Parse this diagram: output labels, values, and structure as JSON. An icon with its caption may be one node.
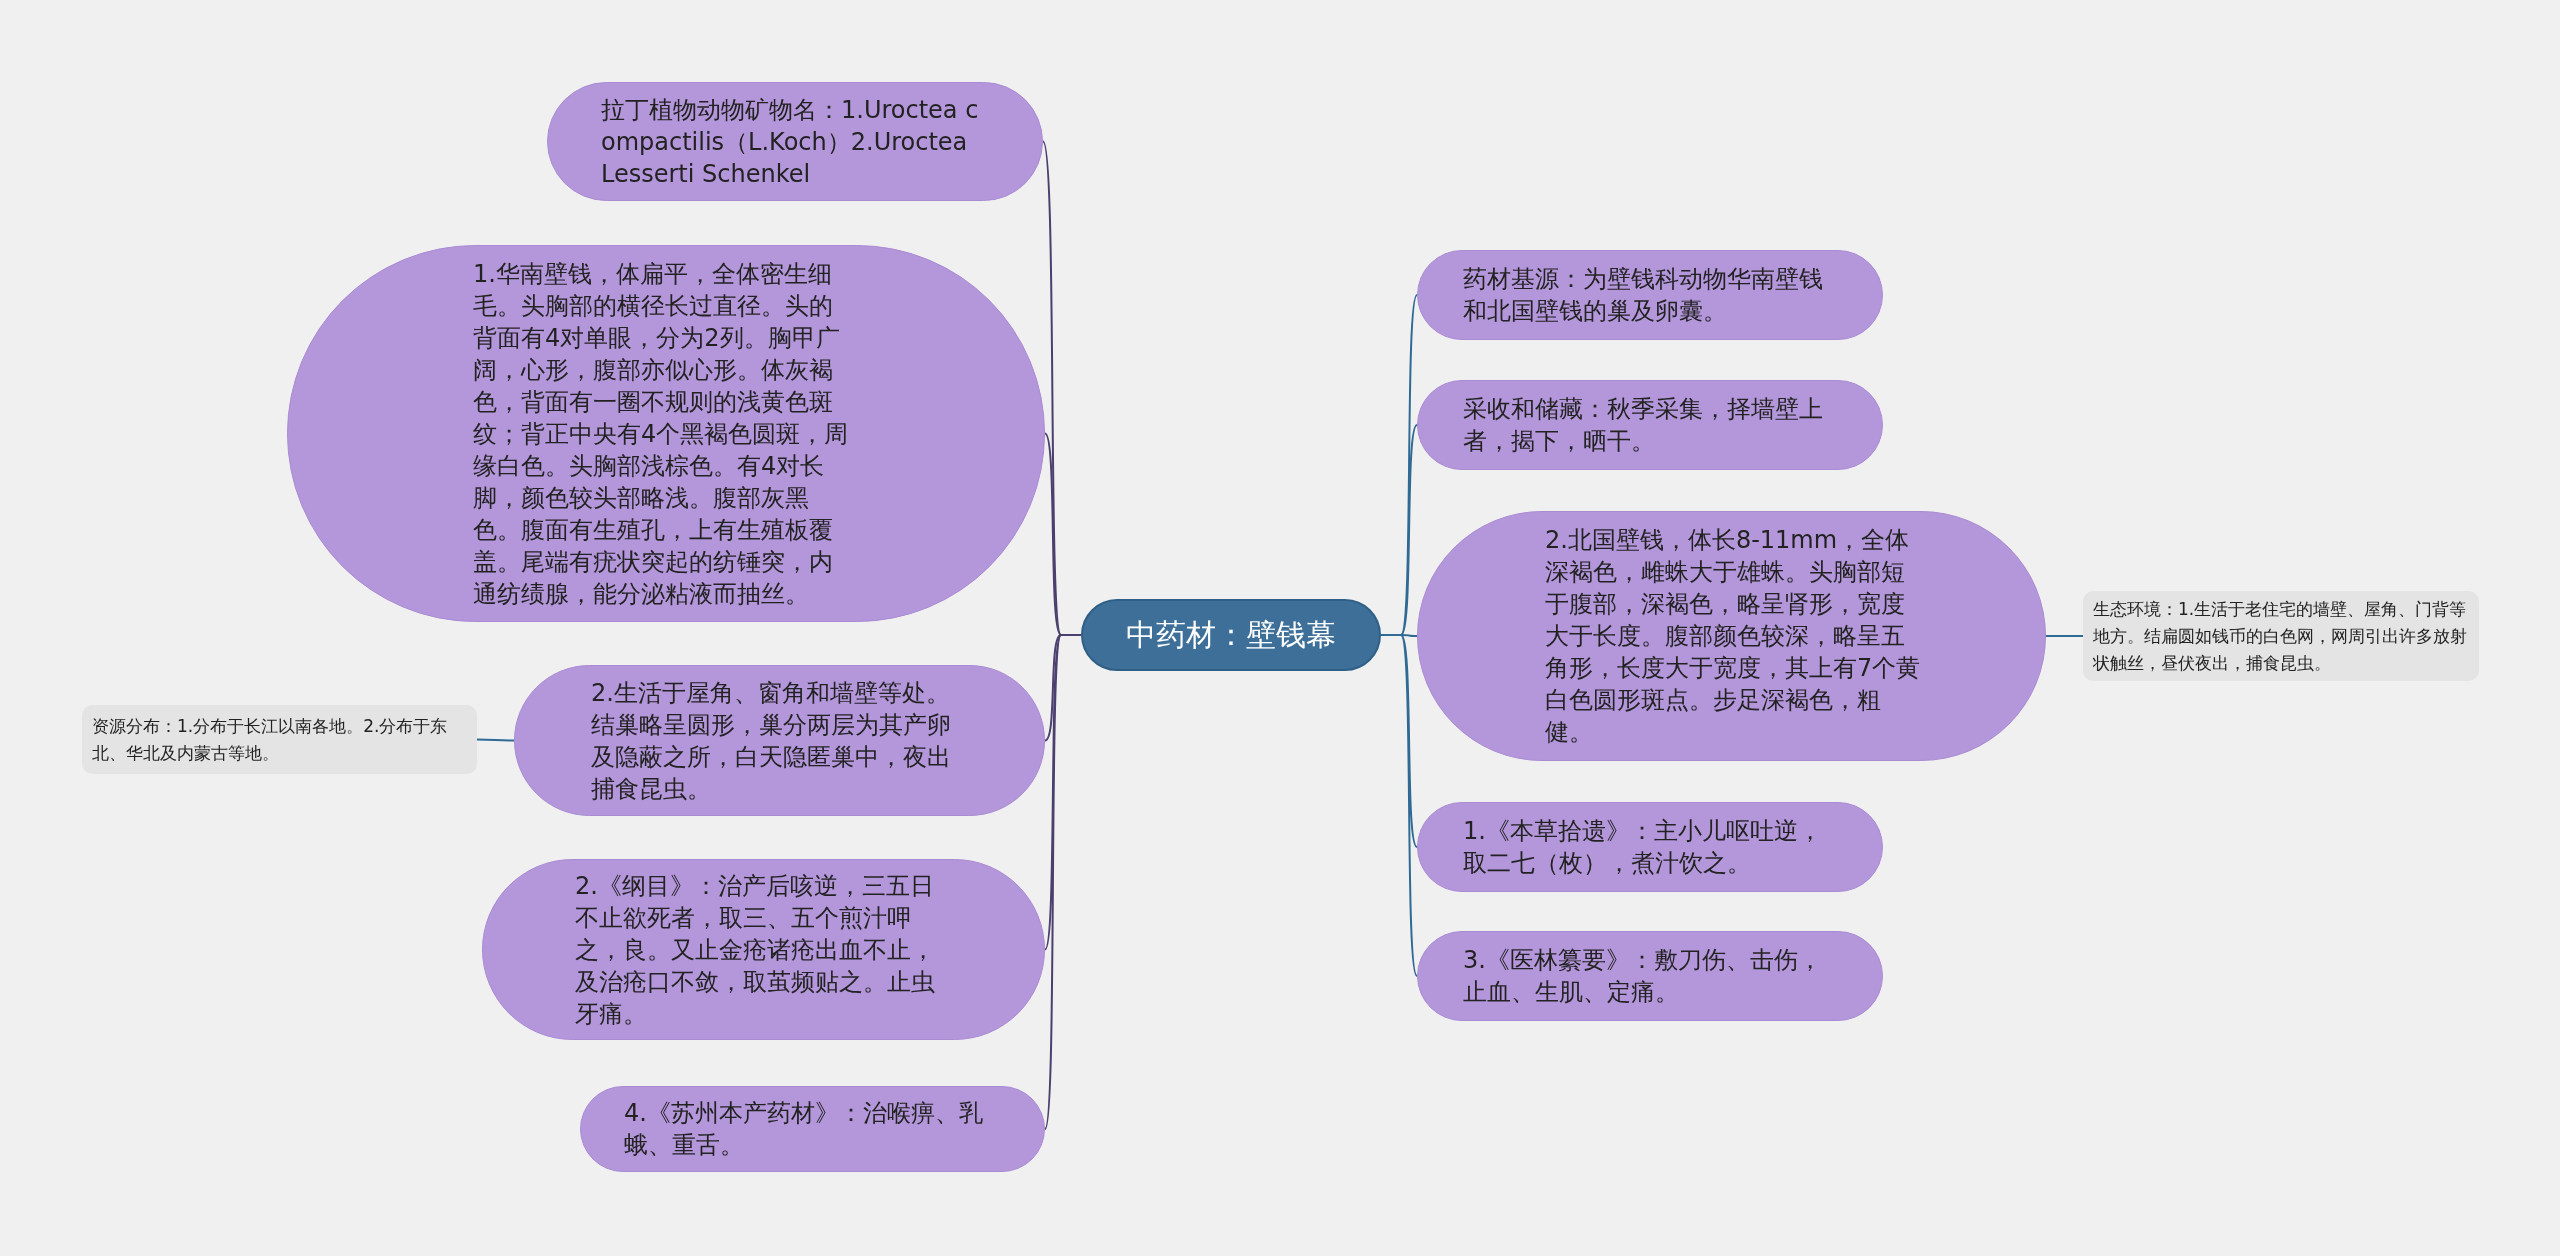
{
  "diagram": {
    "nodes": [
      {
        "text": [
          "中药材：壁钱幕"
        ]
      },
      {
        "text": [
          "拉丁植物动物矿物名：1.Uroctea compactilis（L.Koch）2.Uroctea Lesserti Schenkel"
        ]
      },
      {
        "text": [
          "1.华南壁钱，体扁平，全体密生细毛。头胸部的横径长过直径。头的背面有4对单眼，分为2列。胸甲广阔，心形，腹部亦似心形。体灰褐色，背面有一圈不规则的浅黄色斑纹；背正中央有4个黑褐色圆斑，周缘白色。头胸部浅棕色。有4对长脚，颜色较头部略浅。腹部灰黑色。腹面有生殖孔，上有生殖板覆盖。尾端有疣状突起的纺锤突，内通纺绩腺，能分泌粘液而抽丝。"
        ]
      },
      {
        "text": [
          "2.生活于屋角、窗角和墙壁等处。结巢略呈圆形，巢分两层为其产卵及隐蔽之所，白天隐匿巢中，夜出捕食昆虫。"
        ]
      },
      {
        "text": [
          "2.《纲目》：治产后咳逆，三五日不止欲死者，取三、五个煎汁呷之，良。又止金疮诸疮出血不止，及治疮口不敛，取茧频贴之。止虫牙痛。"
        ]
      },
      {
        "text": [
          "4.《苏州本产药材》：治喉痹、乳蛾、重舌。"
        ]
      },
      {
        "text": [
          "药材基源：为壁钱科动物华南壁钱和北国壁钱的巢及卵囊。"
        ]
      },
      {
        "text": [
          "采收和储藏：秋季采集，择墙壁上者，揭下，晒干。"
        ]
      },
      {
        "text": [
          "2.北国壁钱，体长8-11mm，全体深褐色，雌蛛大于雄蛛。头胸部短于腹部，深褐色，略呈肾形，宽度大于长度。腹部颜色较深，略呈五角形，长度大于宽度，其上有7个黄白色圆形斑点。步足深褐色，粗健。"
        ]
      },
      {
        "text": [
          "1.《本草拾遗》：主小儿呕吐逆，取二七（枚），煮汁饮之。"
        ]
      },
      {
        "text": [
          "3.《医林纂要》：敷刀伤、击伤，止血、生肌、定痛。"
        ]
      },
      {
        "text": [
          "生态环境：1.生活于老住宅的墙壁、屋角、门背等地方。结扁圆如钱币的白色网，网周引出许多放射状触丝，昼伏夜出，捕食昆虫。"
        ]
      },
      {
        "text": [
          "资源分布：1.分布于长江以南各地。2.分布于东北、华北及内蒙古等地。"
        ]
      }
    ],
    "edges": [
      {
        "from": 0,
        "to": 1,
        "arrow": "none",
        "color": "#4b3f6e"
      },
      {
        "from": 0,
        "to": 2,
        "arrow": "none",
        "color": "#4b3f6e"
      },
      {
        "from": 0,
        "to": 3,
        "arrow": "none",
        "color": "#4b3f6e"
      },
      {
        "from": 0,
        "to": 4,
        "arrow": "none",
        "color": "#4b3f6e"
      },
      {
        "from": 0,
        "to": 5,
        "arrow": "none",
        "color": "#4b3f6e"
      },
      {
        "from": 0,
        "to": 6,
        "arrow": "none"
      },
      {
        "from": 0,
        "to": 7,
        "arrow": "none"
      },
      {
        "from": 0,
        "to": 8,
        "arrow": "none"
      },
      {
        "from": 0,
        "to": 9,
        "arrow": "none"
      },
      {
        "from": 0,
        "to": 10,
        "arrow": "none"
      },
      {
        "from": 8,
        "to": 11,
        "arrow": "none"
      },
      {
        "from": 3,
        "to": 12,
        "arrow": "none"
      }
    ]
  }
}
